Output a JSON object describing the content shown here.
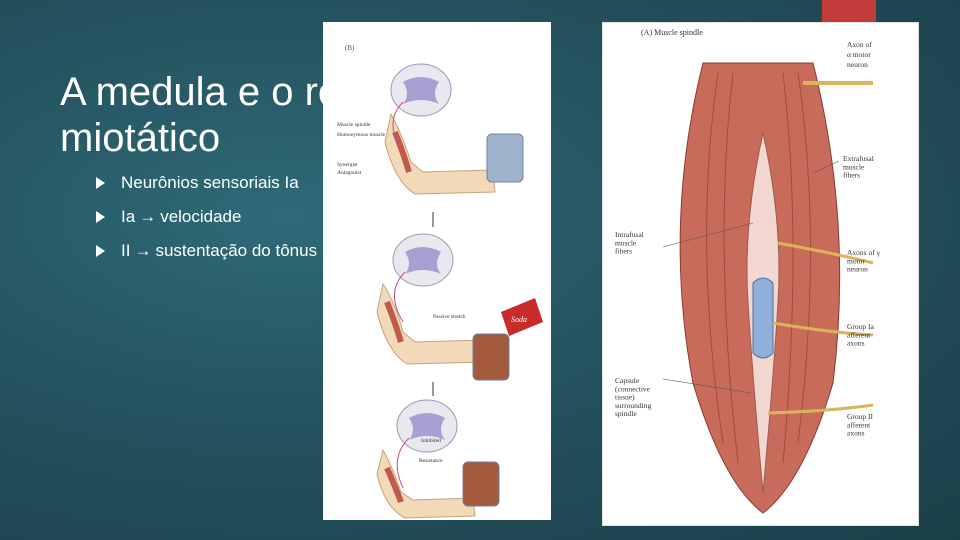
{
  "slide": {
    "title_line1": "A medula e o reflexo",
    "title_line2": "miotático",
    "bullets": [
      {
        "text": "Neurônios sensoriais Ia"
      },
      {
        "pre": "Ia",
        "post": "velocidade"
      },
      {
        "pre": "II",
        "post": "sustentação do tônus"
      }
    ],
    "accent_color": "#c43b3b",
    "background_color": "#24525e"
  },
  "figure_left": {
    "panel_label": "(B)",
    "labels": {
      "muscle_spindle": "Muscle spindle",
      "homonymous": "Homonymous muscle",
      "synergist": "Synergist",
      "antagonist": "Antagonist",
      "passive_stretch": "Passive stretch",
      "inhibited": "Inhibited",
      "resistance": "Resistance",
      "soda": "Soda"
    }
  },
  "figure_right": {
    "panel_title": "(A) Muscle spindle",
    "labels": {
      "axon_alpha": "Axon of α motor neuron",
      "extrafusal": "Extrafusal muscle fibers",
      "intrafusal": "Intrafusal muscle fibers",
      "axons_gamma": "Axons of γ motor neuron",
      "group_ia": "Group Ia afferent axons",
      "capsule": "Capsule (connective tissue) surrounding spindle",
      "group_ii": "Group II afferent axons"
    }
  }
}
